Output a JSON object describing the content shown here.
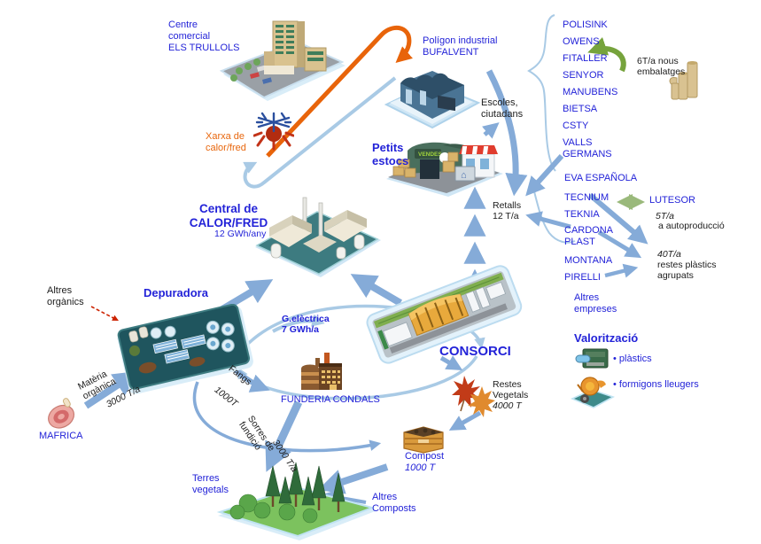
{
  "colors": {
    "label_blue": "#2323d8",
    "heading_blue": "#2020cc",
    "text_black": "#1c1c1c",
    "orange_text": "#e8670e",
    "arrow_blue": "#85abd8",
    "line_light_blue": "#a9cae5",
    "line_orange": "#e8640a",
    "green_arrow": "#76a33c",
    "green_double_arrow": "#9ab97b",
    "red_arrow": "#cc2200"
  },
  "nodes": {
    "centre_comercial": "Centre\ncomercial\nELS TRULLOLS",
    "xarxa": "Xarxa de\ncalor/fred",
    "poligon": "Polígon industrial\nBUFALVENT",
    "escoles": "Escoles,\nciutadans",
    "petits_estocs": "Petits\nestocs",
    "vendes_sign": "VENDES",
    "retalls": "Retalls\n12 T/a",
    "central_title": "Central de\nCALOR/FRED",
    "central_value": "12 GWh/any",
    "depuradora": "Depuradora",
    "altres_organics": "Altres\norgànics",
    "g_electrica": "G.elèctrica\n7 GWh/a",
    "consorci": "CONSORCI",
    "funderia": "FUNDERIA CONDALS",
    "mafrica": "MAFRICA",
    "materia_organica": "Matèria\norgànica",
    "materia_value": "3000 T/a",
    "fangs": "Fangs",
    "fangs_value": "1000T",
    "sorres": "Sorres de\nfundició",
    "sorres_value": "3000 T/a",
    "terres_vegetals": "Terres\nvegetals",
    "compost": "Compost",
    "compost_value": "1000 T",
    "restes_vegetals": "Restes\nVegetals",
    "restes_value": "4000 T",
    "altres_composts": "Altres\nComposts"
  },
  "companies": {
    "group1": [
      "POLISINK",
      "OWENS",
      "FITALLER",
      "SENYOR",
      "MANUBENS",
      "BIETSA",
      "CSTY",
      "VALLS\nGERMANS"
    ],
    "group2": [
      "EVA ESPAÑOLA",
      "TECNIUM",
      "TEKNIA",
      "CARDONA\nPLAST"
    ],
    "group3": [
      "MONTANA",
      "PIRELLI"
    ],
    "altres_empreses": "Altres\nempreses"
  },
  "flows": {
    "embalatges": "6T/a nous\nembalatges",
    "lutesor": "LUTESOR",
    "lutesor_value": "5T/a",
    "lutesor_note": "a autoproducció",
    "plastics_value": "40T/a",
    "plastics_note": "restes plàstics\nagrupats"
  },
  "valoritzacio": {
    "title": "Valorització",
    "items": [
      "• plàstics",
      "• formigons lleugers"
    ]
  }
}
